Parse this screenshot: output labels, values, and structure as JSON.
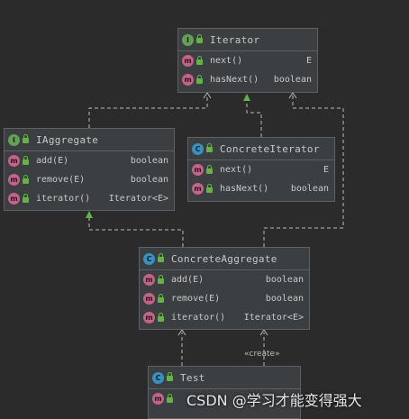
{
  "diagram": {
    "classes": [
      {
        "id": "iterator",
        "kind": "I",
        "name": "Iterator",
        "members": [
          {
            "name": "next()",
            "type": "E"
          },
          {
            "name": "hasNext()",
            "type": "boolean"
          }
        ]
      },
      {
        "id": "iaggregate",
        "kind": "I",
        "name": "IAggregate",
        "members": [
          {
            "name": "add(E)",
            "type": "boolean"
          },
          {
            "name": "remove(E)",
            "type": "boolean"
          },
          {
            "name": "iterator()",
            "type": "Iterator<E>"
          }
        ]
      },
      {
        "id": "concrete-iterator",
        "kind": "C",
        "name": "ConcreteIterator",
        "members": [
          {
            "name": "next()",
            "type": "E"
          },
          {
            "name": "hasNext()",
            "type": "boolean"
          }
        ]
      },
      {
        "id": "concrete-aggregate",
        "kind": "C",
        "name": "ConcreteAggregate",
        "members": [
          {
            "name": "add(E)",
            "type": "boolean"
          },
          {
            "name": "remove(E)",
            "type": "boolean"
          },
          {
            "name": "iterator()",
            "type": "Iterator<E>"
          }
        ]
      },
      {
        "id": "test",
        "kind": "C",
        "name": "Test",
        "members": [
          {
            "name": "",
            "type": ""
          }
        ]
      }
    ],
    "member_badge": "m",
    "create_label": "«create»",
    "colors": {
      "background": "#2b2b2b",
      "box": "#3c3f41",
      "border": "#5e6163",
      "interface_badge": "#62a055",
      "class_badge": "#3592c4",
      "method_badge": "#c96088",
      "realization_arrow": "#62b543",
      "dashed_line": "#b8b8b8"
    }
  },
  "watermark": "CSDN @学习才能变得强大"
}
